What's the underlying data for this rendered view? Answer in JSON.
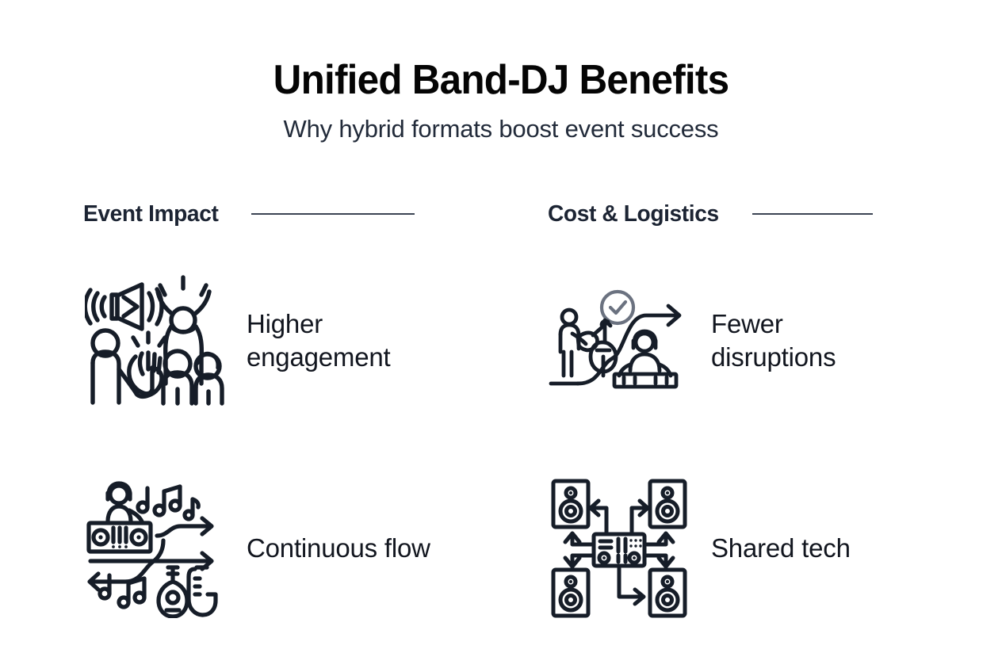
{
  "header": {
    "title": "Unified Band-DJ Benefits",
    "subtitle": "Why hybrid formats boost event success"
  },
  "colors": {
    "background": "#ffffff",
    "title": "#050505",
    "subtitle": "#222b3a",
    "section_title": "#1c2433",
    "rule": "#3b4453",
    "icon_stroke": "#161d28",
    "icon_accent_grey": "#6b7280",
    "label": "#12161f"
  },
  "sections": [
    {
      "id": "event-impact",
      "title": "Event Impact",
      "benefits": [
        {
          "id": "higher-engagement",
          "label": "Higher engagement",
          "icon": "crowd-cheering-speaker-icon"
        },
        {
          "id": "continuous-flow",
          "label": "Continuous flow",
          "icon": "dj-band-flow-arrows-icon"
        }
      ]
    },
    {
      "id": "cost-logistics",
      "title": "Cost & Logistics",
      "benefits": [
        {
          "id": "fewer-disruptions",
          "label": "Fewer disruptions",
          "icon": "band-to-dj-transition-check-icon"
        },
        {
          "id": "shared-tech",
          "label": "Shared tech",
          "icon": "mixer-speakers-network-icon"
        }
      ]
    }
  ]
}
